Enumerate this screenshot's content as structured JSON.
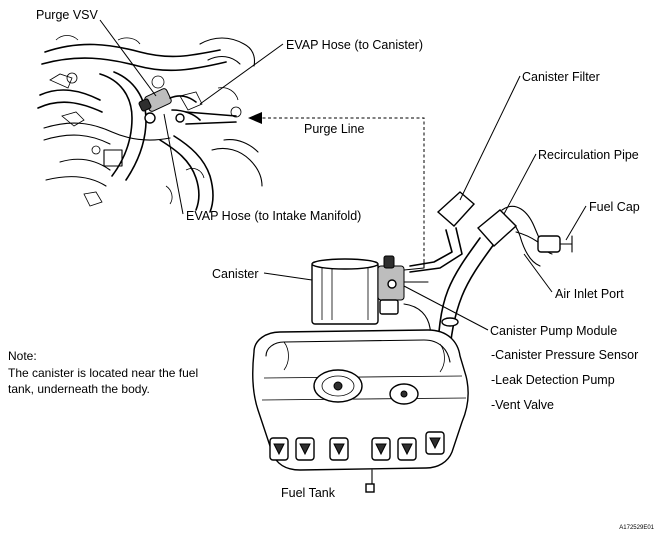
{
  "labels": {
    "purge_vsv": "Purge VSV",
    "evap_hose_canister": "EVAP Hose (to Canister)",
    "purge_line": "Purge Line",
    "evap_hose_intake": "EVAP Hose (to Intake Manifold)",
    "canister_filter": "Canister Filter",
    "recirculation_pipe": "Recirculation Pipe",
    "fuel_cap": "Fuel Cap",
    "canister": "Canister",
    "air_inlet_port": "Air Inlet Port",
    "canister_pump_module": "Canister Pump Module",
    "canister_pressure_sensor": "-Canister Pressure Sensor",
    "leak_detection_pump": "-Leak Detection Pump",
    "vent_valve": "-Vent Valve",
    "fuel_tank": "Fuel Tank"
  },
  "note": {
    "heading": "Note:",
    "line1": "The canister is located near the fuel",
    "line2": "tank, underneath the body."
  },
  "figure_id": "A172529E01"
}
